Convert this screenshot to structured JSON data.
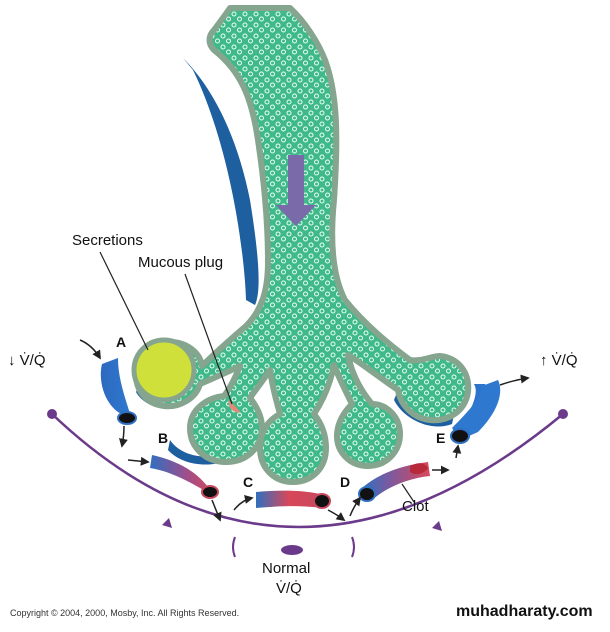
{
  "labels": {
    "secretions": "Secretions",
    "mucous_plug": "Mucous plug",
    "clot": "Clot",
    "normal": "Normal",
    "normal_ratio": "V̇/Q̇",
    "low_ratio": "↓ V̇/Q̇",
    "high_ratio": "↑ V̇/Q̇"
  },
  "units": {
    "a": "A",
    "b": "B",
    "c": "C",
    "d": "D",
    "e": "E"
  },
  "footer": {
    "copyright": "Copyright © 2004, 2000, Mosby, Inc. All Rights Reserved.",
    "watermark": "muhadharaty.com"
  },
  "colors": {
    "airway_fill": "#3fb98a",
    "airway_border": "#86a58f",
    "airway_shadow": "#1e5fa0",
    "secretion": "#cfe03a",
    "vessel_blue": "#2f6fc0",
    "vessel_red": "#d8475a",
    "spectrum_purple": "#6b3a8a",
    "flow_arrow": "#7a6aaa"
  }
}
